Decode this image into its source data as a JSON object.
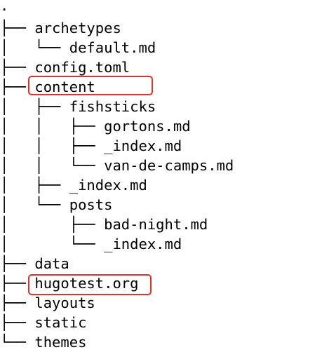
{
  "tree": {
    "root": ".",
    "entries": [
      {
        "prefix": "├── ",
        "name": "archetypes"
      },
      {
        "prefix": "│   └── ",
        "name": "default.md"
      },
      {
        "prefix": "├── ",
        "name": "config.toml"
      },
      {
        "prefix": "├── ",
        "name": "content"
      },
      {
        "prefix": "│   ├── ",
        "name": "fishsticks"
      },
      {
        "prefix": "│   │   ├── ",
        "name": "gortons.md"
      },
      {
        "prefix": "│   │   ├── ",
        "name": "_index.md"
      },
      {
        "prefix": "│   │   └── ",
        "name": "van-de-camps.md"
      },
      {
        "prefix": "│   ├── ",
        "name": "_index.md"
      },
      {
        "prefix": "│   └── ",
        "name": "posts"
      },
      {
        "prefix": "│       ├── ",
        "name": "bad-night.md"
      },
      {
        "prefix": "│       └── ",
        "name": "_index.md"
      },
      {
        "prefix": "├── ",
        "name": "data"
      },
      {
        "prefix": "├── ",
        "name": "hugotest.org"
      },
      {
        "prefix": "├── ",
        "name": "layouts"
      },
      {
        "prefix": "├── ",
        "name": "static"
      },
      {
        "prefix": "└── ",
        "name": "themes"
      }
    ]
  },
  "highlight_color": "#e8302a"
}
